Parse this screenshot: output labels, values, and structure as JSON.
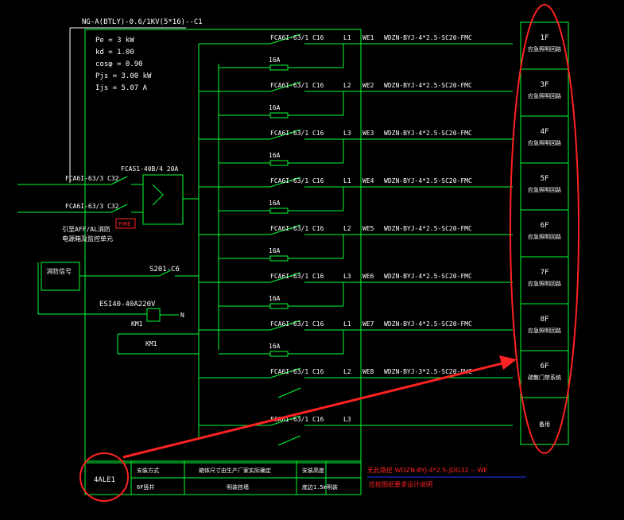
{
  "colors": {
    "background": "#000000",
    "wire": "#00ff33",
    "text": "#ffffff",
    "annotation": "#ff2222",
    "underline": "#2233ff"
  },
  "header": {
    "cable": "NG-A(BTLY)-0.6/1KV(5*16)--C1"
  },
  "load_params": [
    "Pe = 3 kW",
    "kd = 1.00",
    "cosφ = 0.90",
    "Pjs = 3.00 kW",
    "Ijs = 5.07 A"
  ],
  "incoming": {
    "breaker1": "FCA6I-63/3 C32",
    "breaker2": "FCA6I-63/3 C32",
    "ats": "FCAS1-40B/4 20A",
    "fire_label": "FIRE",
    "note_line1": "引至AFF/AL消防",
    "note_line2": "电源箱及监控单元",
    "fire_box": "消防信号",
    "switch": "S201-C6",
    "contactor": "ESI40-40A220V",
    "n_label": "N",
    "km_label1": "KM1",
    "km_label2": "KM1"
  },
  "circuits": [
    {
      "breaker": "FCA6I-63/1 C16",
      "fuse": "16A",
      "phase": "L1",
      "id": "WE1",
      "cable": "WDZN-BYJ-4*2.5-SC20-FMC"
    },
    {
      "breaker": "FCA6I-63/1 C16",
      "fuse": "16A",
      "phase": "L2",
      "id": "WE2",
      "cable": "WDZN-BYJ-4*2.5-SC20-FMC"
    },
    {
      "breaker": "FCA6I-63/1 C16",
      "fuse": "16A",
      "phase": "L3",
      "id": "WE3",
      "cable": "WDZN-BYJ-4*2.5-SC20-FMC"
    },
    {
      "breaker": "FCA6I-63/1 C16",
      "fuse": "16A",
      "phase": "L1",
      "id": "WE4",
      "cable": "WDZN-BYJ-4*2.5-SC20-FMC"
    },
    {
      "breaker": "FCA6I-63/1 C16",
      "fuse": "16A",
      "phase": "L2",
      "id": "WE5",
      "cable": "WDZN-BYJ-4*2.5-SC20-FMC"
    },
    {
      "breaker": "FCA6I-63/1 C16",
      "fuse": "16A",
      "phase": "L3",
      "id": "WE6",
      "cable": "WDZN-BYJ-4*2.5-SC20-FMC"
    },
    {
      "breaker": "FCA6I-63/1 C16",
      "fuse": "16A",
      "phase": "L1",
      "id": "WE7",
      "cable": "WDZN-BYJ-4*2.5-SC20-FMC"
    },
    {
      "breaker": "FCA6I-63/1 C16",
      "fuse": "",
      "phase": "L2",
      "id": "WE8",
      "cable": "WDZN-BYJ-3*2.5-SC20-DWC"
    },
    {
      "breaker": "FCA6I-63/1 C16",
      "fuse": "",
      "phase": "L3",
      "id": "",
      "cable": ""
    }
  ],
  "floors": [
    {
      "name": "1F",
      "desc": "应急照明回路"
    },
    {
      "name": "3F",
      "desc": "应急照明回路"
    },
    {
      "name": "4F",
      "desc": "应急照明回路"
    },
    {
      "name": "5F",
      "desc": "应急照明回路"
    },
    {
      "name": "6F",
      "desc": "应急照明回路"
    },
    {
      "name": "7F",
      "desc": "应急照明回路"
    },
    {
      "name": "8F",
      "desc": "应急照明回路"
    },
    {
      "name": "6F",
      "desc": "疏散门禁系统"
    },
    {
      "name": "",
      "desc": "备用"
    }
  ],
  "title_block": {
    "box_id": "4ALE1",
    "c1": "安装方式",
    "c1b": "6F竖井",
    "c2": "箱体尺寸由生产厂家实际确定",
    "c2b": "明装挂墙",
    "c3": "安装高度",
    "c3b": "底边1.5m明装"
  },
  "annotation": {
    "line1": "无此路径 WDZN-BYJ-4*2.5-JDG32 -- WE",
    "line2": "应按图纸要求设计说明"
  }
}
